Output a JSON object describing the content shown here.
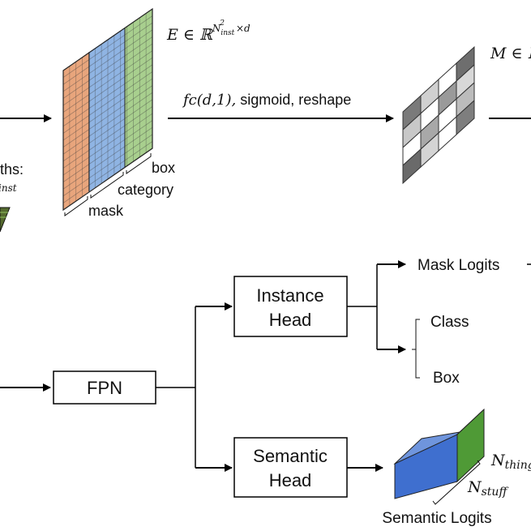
{
  "embedding": {
    "label_main": "E ∈ ℝ",
    "label_sup": "N",
    "label_sup_sup": "2",
    "label_sup_sub": "inst",
    "label_sup_tail": "×d",
    "segments": [
      "box",
      "category",
      "mask"
    ],
    "colors": {
      "mask": "#e8a57c",
      "category": "#8fb4e3",
      "box": "#a8cf8e"
    }
  },
  "fc_label_math": "fc(d,1),",
  "fc_label_text": " sigmoid, reshape",
  "mask_matrix_label": "M ∈ ℝ",
  "left_cut_label": "ths:",
  "left_cut_sub": "inst",
  "fpn_label": "FPN",
  "instance_head": {
    "line1": "Instance",
    "line2": "Head"
  },
  "semantic_head": {
    "line1": "Semantic",
    "line2": "Head"
  },
  "outputs": {
    "mask_logits": "Mask Logits",
    "class": "Class",
    "box": "Box",
    "semantic_logits": "Semantic Logits"
  },
  "cuboid": {
    "n_thing_main": "N",
    "n_thing_sub": "thing",
    "n_stuff_main": "N",
    "n_stuff_sub": "stuff",
    "colors": {
      "front": "#3f6fcf",
      "top": "#6f95dd",
      "green_top": "#8cc26e",
      "green_side": "#4f9a36"
    }
  }
}
